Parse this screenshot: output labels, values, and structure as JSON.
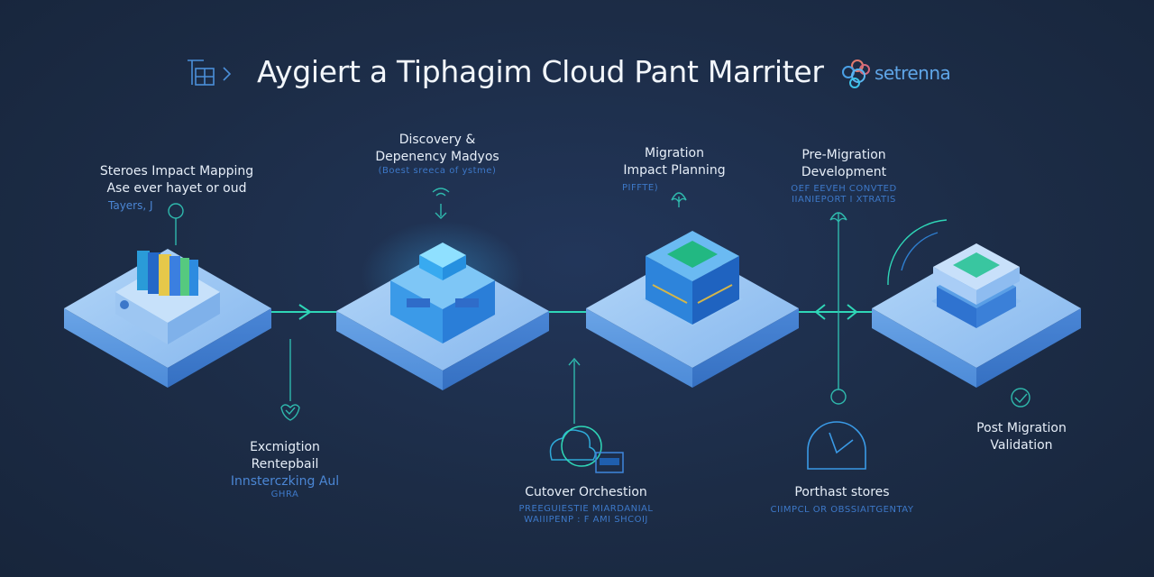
{
  "header": {
    "title": "Aygiert a Tiphagim Cloud Pant Marriter",
    "brand_name": "setrenna",
    "logo_icon": "layout-panel-icon",
    "brand_icon": "cloud-cluster-icon"
  },
  "colors": {
    "background": "#1d2d45",
    "accent_teal": "#2fd6b7",
    "platform_light": "#9cc6f2",
    "platform_mid": "#5d9ae0",
    "title_text": "#f2f6fb",
    "subtext_blue": "#3d78c8"
  },
  "stages": [
    {
      "id": "stores-impact-mapping",
      "title_lines": [
        "Steroes Impact Mapping",
        "Ase ever hayet or oud"
      ],
      "subtitle": "Tayers, J",
      "icon": "shield-badge-icon",
      "position": "top"
    },
    {
      "id": "discovery-dependency",
      "title_lines": [
        "Discovery &",
        "Depenency Madyos"
      ],
      "subtitle": "(Boest sreeca of ystme)",
      "icon": "wifi-signal-icon",
      "position": "top"
    },
    {
      "id": "migration-impact-planning",
      "title_lines": [
        "Migration",
        "Impact Planning"
      ],
      "subtitle": "PIFFTE)",
      "icon": "rocket-arrow-icon",
      "position": "top"
    },
    {
      "id": "pre-migration-development",
      "title_lines": [
        "Pre-Migration",
        "Development"
      ],
      "subtitle_lines": [
        "OEF EEVEH CONVTED",
        "IIANIEPORT I XTRATIS"
      ],
      "icon": "rocket-arrow-icon",
      "position": "top"
    },
    {
      "id": "excmigtion-rentepbail",
      "title_lines": [
        "Excmigtion",
        "Rentepbail"
      ],
      "subtitle_lines": [
        "Innsterczking Aul",
        "GHRA"
      ],
      "icon": "check-heart-icon",
      "position": "bottom"
    },
    {
      "id": "cutover-orchestration",
      "title_lines": [
        "Cutover Orchestion"
      ],
      "subtitle_lines": [
        "PREEGUIESTIE MIARDANIAL",
        "WAIIIPENP : F AMI SHCOIJ"
      ],
      "icon": "cloud-sync-icon",
      "position": "bottom"
    },
    {
      "id": "porthast-stores",
      "title_lines": [
        "Porthast stores"
      ],
      "subtitle": "CIIMPCL OR OBSSIAITGENTAY",
      "icon": "clock-gauge-icon",
      "position": "bottom"
    },
    {
      "id": "post-migration-validation",
      "title_lines": [
        "Post Migration",
        "Validation"
      ],
      "icon": "check-circle-icon",
      "position": "bottom"
    }
  ],
  "platforms": [
    {
      "name": "platform-books",
      "device": "binder-stack"
    },
    {
      "name": "platform-hub",
      "device": "stacked-cube"
    },
    {
      "name": "platform-server",
      "device": "chip-server"
    },
    {
      "name": "platform-validator",
      "device": "dashboard-server"
    }
  ]
}
